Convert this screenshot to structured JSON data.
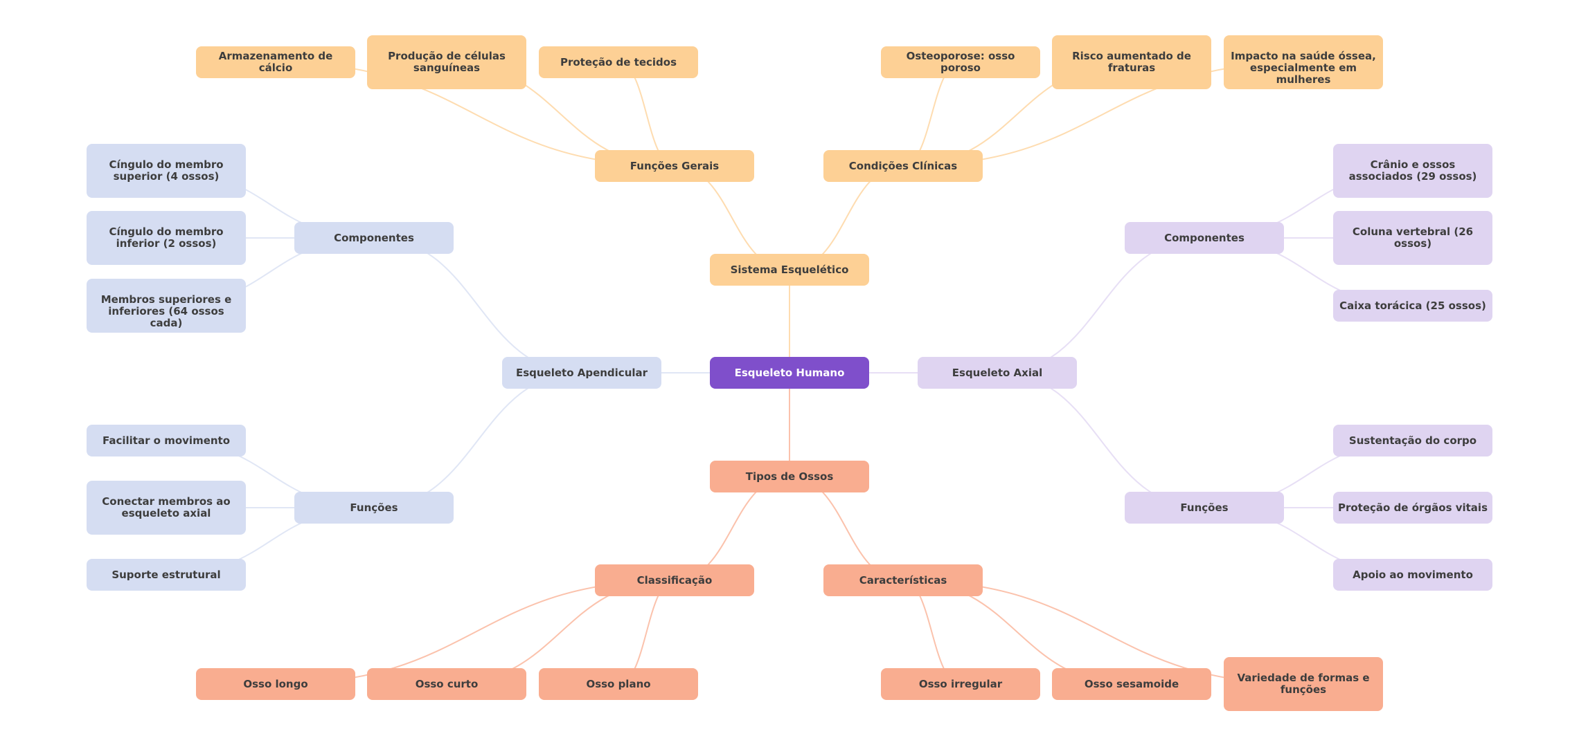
{
  "mindmap": {
    "colors": {
      "root": "#7f4fcb",
      "sistema": "#fdd095",
      "apendicular": "#d5ddf2",
      "axial": "#dfd4f1",
      "tipos": "#f9ad90",
      "text": "#3d3d3d",
      "root_text": "#ffffff"
    },
    "root": {
      "label": "Esqueleto Humano"
    },
    "branches": {
      "sistema": {
        "label": "Sistema Esquelético",
        "funcoes_gerais": {
          "label": "Funções Gerais",
          "children": [
            "Armazenamento de cálcio",
            "Produção de células sanguíneas",
            "Proteção de tecidos"
          ]
        },
        "condicoes_clinicas": {
          "label": "Condições Clínicas",
          "children": [
            "Osteoporose: osso poroso",
            "Risco aumentado de fraturas",
            "Impacto na saúde óssea, especialmente em mulheres"
          ]
        }
      },
      "apendicular": {
        "label": "Esqueleto Apendicular",
        "componentes": {
          "label": "Componentes",
          "children": [
            "Cíngulo do membro superior (4 ossos)",
            "Cíngulo do membro inferior (2 ossos)",
            "Membros superiores e inferiores (64 ossos cada)"
          ]
        },
        "funcoes": {
          "label": "Funções",
          "children": [
            "Facilitar o movimento",
            "Conectar membros ao esqueleto axial",
            "Suporte estrutural"
          ]
        }
      },
      "axial": {
        "label": "Esqueleto Axial",
        "componentes": {
          "label": "Componentes",
          "children": [
            "Crânio e ossos associados (29 ossos)",
            "Coluna vertebral (26 ossos)",
            "Caixa torácica (25 ossos)"
          ]
        },
        "funcoes": {
          "label": "Funções",
          "children": [
            "Sustentação do corpo",
            "Proteção de órgãos vitais",
            "Apoio ao movimento"
          ]
        }
      },
      "tipos": {
        "label": "Tipos de Ossos",
        "classificacao": {
          "label": "Classificação",
          "children": [
            "Osso longo",
            "Osso curto",
            "Osso plano"
          ]
        },
        "caracteristicas": {
          "label": "Características",
          "children": [
            "Osso irregular",
            "Osso sesamoide",
            "Variedade de formas e funções"
          ]
        }
      }
    }
  }
}
